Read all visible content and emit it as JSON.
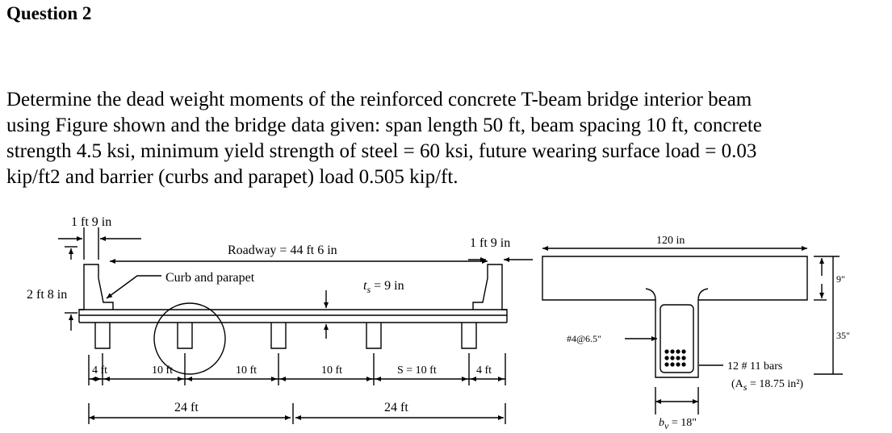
{
  "heading": "Question 2",
  "paragraph": {
    "lines": [
      "Determine the dead weight moments of the reinforced concrete T-beam bridge interior beam",
      "using Figure shown and the bridge data given: span length 50 ft, beam spacing 10 ft, concrete",
      "strength 4.5 ksi, minimum yield strength of steel = 60 ksi, future wearing surface load = 0.03",
      "kip/ft2 and barrier (curbs and parapet) load 0.505 kip/ft."
    ]
  },
  "figure": {
    "cross_section": {
      "parapet_width_left": "1 ft 9 in",
      "parapet_width_right": "1 ft 9 in",
      "roadway": "Roadway = 44 ft 6 in",
      "curb_label": "Curb and parapet",
      "slab_thickness": "t",
      "slab_thickness_sub": "s",
      "slab_thickness_value": " = 9 in",
      "parapet_height": "2 ft 8 in",
      "overhang_left": "4 ft",
      "overhang_right": "4 ft",
      "spacings": [
        "10 ft",
        "10 ft",
        "10 ft",
        "S = 10 ft"
      ],
      "halves": [
        "24 ft",
        "24 ft"
      ]
    },
    "beam_detail": {
      "flange_width": "120 in",
      "slab_depth": "9\"",
      "total_depth": "35\"",
      "stirrups": "#4@6.5\"",
      "bars": "12 # 11 bars",
      "steel_area": "(A",
      "steel_area_sub": "s",
      "steel_area_value": " = 18.75 in²)",
      "web_width": "b",
      "web_width_sub": "v",
      "web_width_value": " = 18\""
    }
  }
}
